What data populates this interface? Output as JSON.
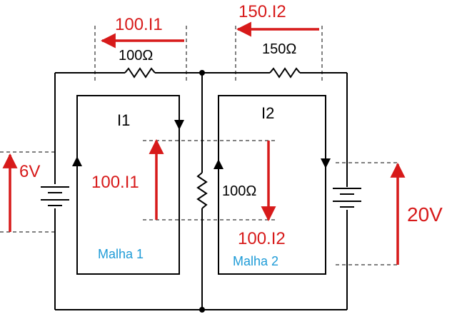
{
  "labels": {
    "top_left_current": "100.I1",
    "top_right_current": "150.I2",
    "resistor_top_left": "100Ω",
    "resistor_top_right": "150Ω",
    "resistor_middle": "100Ω",
    "loop_left": "I1",
    "loop_right": "I2",
    "left_voltage": "6V",
    "right_voltage": "20V",
    "middle_left_drop": "100.I1",
    "middle_right_drop": "100.I2",
    "mesh_left": "Malha 1",
    "mesh_right": "Malha 2"
  },
  "colors": {
    "wire": "#000000",
    "red": "#d71a1a",
    "blue": "#1e9bd7",
    "dash": "#000000"
  }
}
